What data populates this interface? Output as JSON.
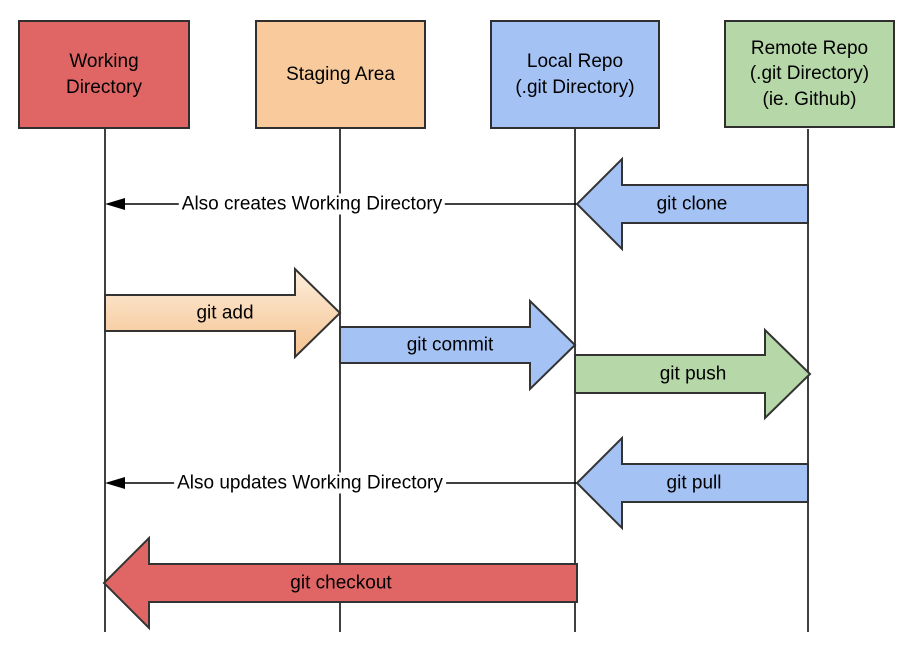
{
  "diagram": {
    "columns": [
      {
        "id": "working-directory",
        "label": "Working\nDirectory",
        "color": "#e06666"
      },
      {
        "id": "staging-area",
        "label": "Staging Area",
        "color": "#f9cb9c"
      },
      {
        "id": "local-repo",
        "label": "Local Repo\n(.git Directory)",
        "color": "#a4c2f4"
      },
      {
        "id": "remote-repo",
        "label": "Remote Repo\n(.git Directory)\n(ie. Github)",
        "color": "#b6d7a8"
      }
    ],
    "arrows": [
      {
        "label": "git clone",
        "direction": "left",
        "from": "remote-repo",
        "to": "local-repo",
        "color": "#a4c2f4"
      },
      {
        "label": "git add",
        "direction": "right",
        "from": "working-directory",
        "to": "staging-area",
        "color_top": "#fdeedd",
        "color_bottom": "#f5c28e"
      },
      {
        "label": "git commit",
        "direction": "right",
        "from": "staging-area",
        "to": "local-repo",
        "color": "#a4c2f4"
      },
      {
        "label": "git push",
        "direction": "right",
        "from": "local-repo",
        "to": "remote-repo",
        "color": "#b6d7a8"
      },
      {
        "label": "git pull",
        "direction": "left",
        "from": "remote-repo",
        "to": "local-repo",
        "color": "#a4c2f4"
      },
      {
        "label": "git checkout",
        "direction": "left",
        "from": "local-repo",
        "to": "working-directory",
        "color": "#e06666"
      }
    ],
    "annotations": [
      {
        "label": "Also creates Working Directory",
        "target": "working-directory",
        "source_arrow": "git clone"
      },
      {
        "label": "Also updates Working Directory",
        "target": "working-directory",
        "source_arrow": "git pull"
      }
    ],
    "colors": {
      "outline": "#333333",
      "lifeline": "#404040",
      "background": "#ffffff",
      "text": "#000000"
    }
  }
}
